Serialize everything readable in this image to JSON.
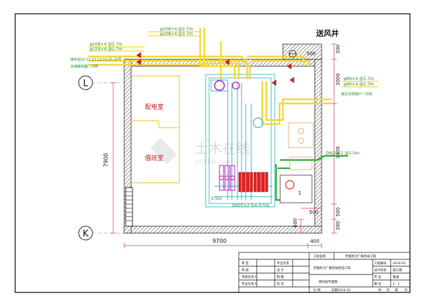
{
  "labels": {
    "fan_shaft": "送风井",
    "power_room": "配电室",
    "duty_room": "值班室",
    "pipe_top_1": "φ108×4 @2.7m",
    "pipe_top_2": "φ108×4 @3.7m",
    "pipe_left_1": "φ108×4 @2.7m",
    "pipe_left_2": "φ159×4 @2.7m",
    "pipe_left_note": "接机组10,11,12,13,14,15,16号",
    "pipe_left_note2": "去接散热器二次网",
    "pipe_right_1": "φ89×4 @2.7m",
    "pipe_right_2": "φ89×4 @2.7m",
    "pipe_right_note": "接往东侧用户一次网",
    "pipe_right_3": "DN25×2 @2.0m",
    "pump_label": "0.5m",
    "bottom_pipe": "DN25×2.5m 0.5%",
    "unit_label": "1"
  },
  "axes": {
    "row_L": "L",
    "row_K": "K"
  },
  "dimensions": {
    "width_total": "9700",
    "width_right": "400",
    "height_total": "7900",
    "dim_500_top": "500",
    "dim_500_right": "500",
    "dim_3000": "3000",
    "dim_3400": "3400",
    "dim_600": "600",
    "dim_300": "300",
    "dim_500_bottom": "500"
  },
  "title_block": {
    "project_label": "工程名称",
    "project_value": "无锡热力厂换热站工程",
    "drawing_title": "无锡热力厂换热站改造工程",
    "sub_title": "换热站平面图",
    "rows_left": [
      "审  定",
      "审  核",
      "项目负责人",
      "专业负责人"
    ],
    "rows_mid": [
      "专业负责",
      "设  计",
      "制  图",
      "校  对"
    ],
    "rows_right_label": [
      "工程编号",
      "设计阶段",
      "专  业",
      "图  号"
    ],
    "rows_right_value": [
      "2014-05",
      "施工图",
      "暖通",
      "1 - 1"
    ],
    "footer": [
      "比  例",
      "日期2014.10",
      "共",
      "页",
      "第",
      "页"
    ]
  },
  "watermark": {
    "cn": "土木在线",
    "en": "co188.com"
  },
  "colors": {
    "pipe_yellow": "#f5d73a",
    "pipe_green": "#2faa2f",
    "wall": "#333333",
    "equipment": "#35b8c8",
    "red": "#e02020",
    "magenta": "#c018c0"
  }
}
